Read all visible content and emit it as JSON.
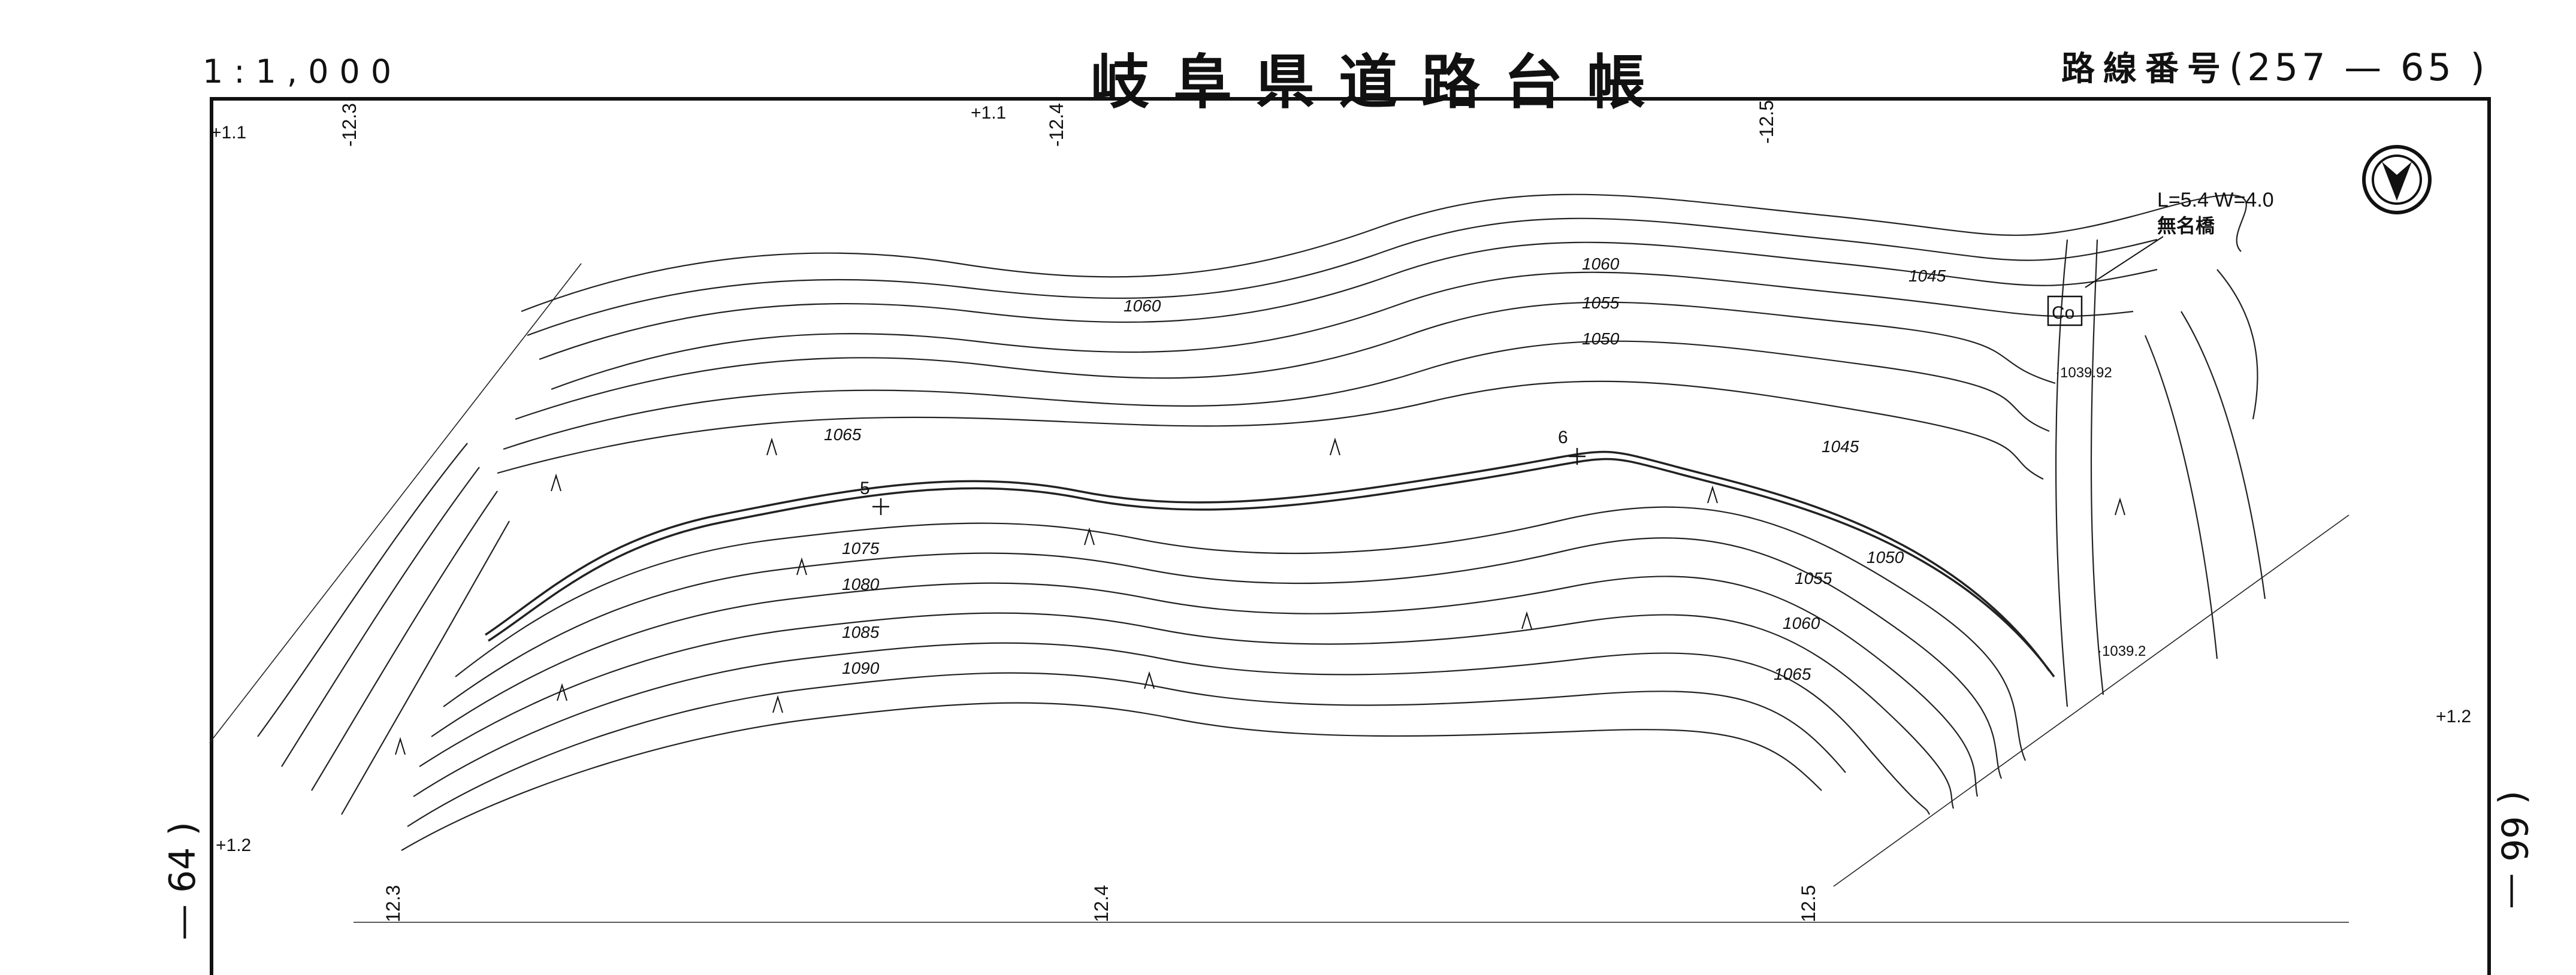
{
  "header": {
    "scale": "1:1,000",
    "title": "岐阜県道路台帳",
    "route_label": "路線番号",
    "route_number": "(257 — 65 )"
  },
  "grid_ticks": {
    "top": [
      "+1.1",
      "-12.3",
      "+1.1",
      "-12.4",
      "-12.5"
    ],
    "bottom": [
      "12.3",
      "12.4",
      "12.5"
    ],
    "left": [
      "+1.1",
      "+1.2"
    ],
    "right": [
      "+1.2"
    ]
  },
  "adjacent_sheets": {
    "left": "— 64 )",
    "right": "( 66 —"
  },
  "contour_labels": [
    "1060",
    "1060",
    "1055",
    "1050",
    "1045",
    "1065",
    "1075",
    "1080",
    "1085",
    "1090",
    "1045",
    "1050",
    "1055",
    "1060",
    "1065"
  ],
  "points": {
    "station_5": "5",
    "station_6": "6",
    "culvert": "Co"
  },
  "bridge": {
    "dims": "L=5.4 W=4.0",
    "name": "無名橋"
  },
  "spot_heights": [
    "·1039.92",
    "·1039.2"
  ],
  "north_arrow": "north-arrow"
}
